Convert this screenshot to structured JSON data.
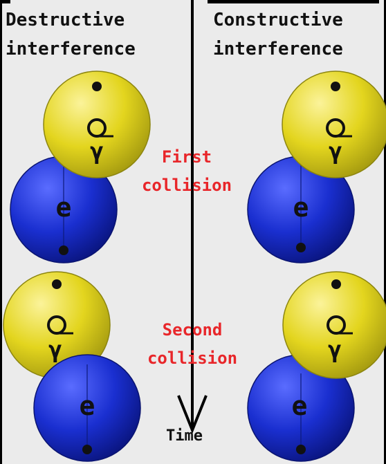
{
  "headings": {
    "left_line1": "Destructive",
    "left_line2": "interference",
    "right_line1": "Constructive",
    "right_line2": "interference"
  },
  "captions": {
    "first_line1": "First",
    "first_line2": "collision",
    "second_line1": "Second",
    "second_line2": "collision"
  },
  "time_label": "Time",
  "particles": {
    "photon_symbol": "γ",
    "electron_symbol": "e"
  },
  "colors": {
    "background": "#ebebeb",
    "photon": "#e3d51e",
    "electron": "#1a2fd0",
    "caption": "#e8262a",
    "divider": "#000000"
  }
}
